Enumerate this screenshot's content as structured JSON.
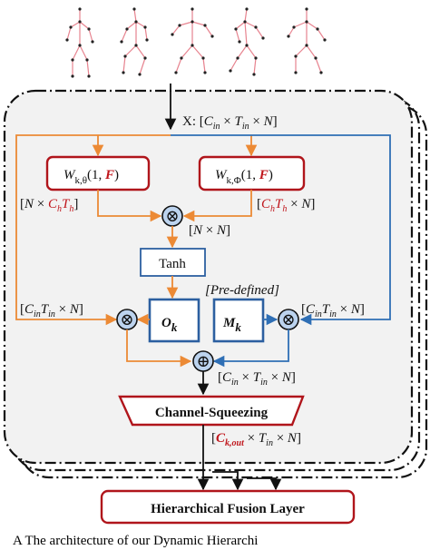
{
  "input_label": "X: [C_in × T_in × N]",
  "blocks": {
    "w_theta": {
      "main": "W",
      "sub": "k,θ",
      "args_open": "(1, ",
      "args_F": "F",
      "args_close": ")"
    },
    "w_phi": {
      "main": "W",
      "sub": "k,Φ",
      "args_open": "(1, ",
      "args_F": "F",
      "args_close": ")"
    },
    "tanh": "Tanh",
    "o_k": {
      "main": "O",
      "sub": "k"
    },
    "m_k": {
      "main": "M",
      "sub": "k"
    },
    "channel_squeeze": "Channel-Squeezing",
    "fusion": "Hierarchical Fusion Layer"
  },
  "dims": {
    "theta_out": "[N × C_h T_h]",
    "phi_out": "[C_h T_h × N]",
    "mult_out": "[N × N]",
    "pre_defined": "[Pre-defined]",
    "left_skip": "[C_in T_in × N]",
    "right_skip": "[C_in T_in × N]",
    "sum_out": "[C_in × T_in × N]",
    "final_out": "[C_k,out × T_in × N]"
  },
  "operators": {
    "multiply": "⊗",
    "add": "⊕"
  },
  "caption_fragment": "A   The architecture of our Dynamic Hierarchi",
  "colors": {
    "orange": "#ec8a35",
    "blue": "#2f6fb5",
    "red_box": "#b0151b",
    "blue_box": "#2c5fa0",
    "node_fill": "#bcd3ee",
    "panel_fill": "#f2f2f2"
  },
  "skeleton_count": 5
}
